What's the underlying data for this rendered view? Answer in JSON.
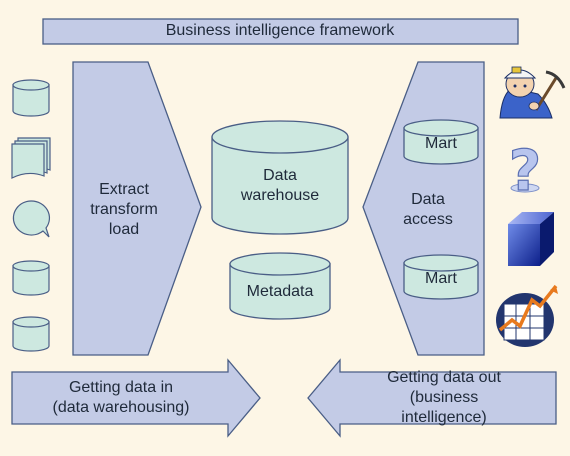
{
  "title": "Business intelligence framework",
  "etl_label": "Extract\ntransform\nload",
  "warehouse_label": "Data\nwarehouse",
  "metadata_label": "Metadata",
  "access_label": "Data\naccess",
  "marts": [
    "Mart",
    "Mart"
  ],
  "bottom_left": "Getting data in\n(data warehousing)",
  "bottom_right": "Getting data out\n(business intelligence)",
  "source_icons": [
    "database-icon",
    "document-stack-icon",
    "speech-bubble-icon",
    "database-icon",
    "database-icon"
  ],
  "user_icons": [
    "miner-icon",
    "question-mark-icon",
    "cube-icon",
    "chart-icon"
  ],
  "colors": {
    "background": "#fdf6e6",
    "box_fill": "#c3cbe6",
    "stroke": "#4a5e86",
    "cylinder_fill": "#cde8e0",
    "text": "#1f2a3a"
  }
}
